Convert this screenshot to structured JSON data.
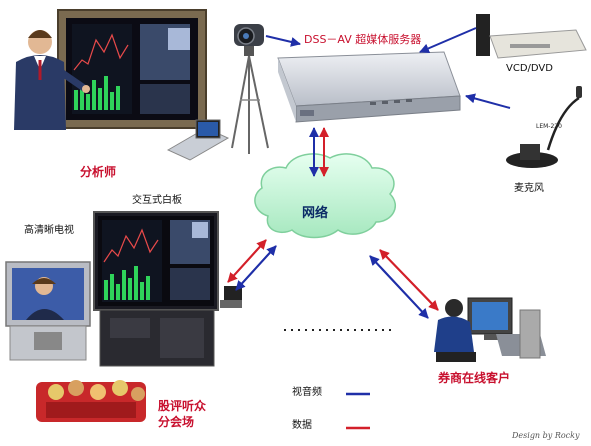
{
  "labels": {
    "server_title": "DSS－AV 超媒体服务器",
    "vcd": "VCD/DVD",
    "analyst": "分析师",
    "whiteboard": "交互式白板",
    "hdtv": "高清晰电视",
    "network": "网络",
    "mic": "麦克风",
    "mic_model": "LEM-220",
    "client": "券商在线客户",
    "audience_line1": "股评听众",
    "audience_line2": "分会场",
    "legend_av": "视音频",
    "legend_data": "数据",
    "signature": "Design by Rocky"
  },
  "colors": {
    "av_arrow": "#1f2fa8",
    "data_arrow": "#d3202a",
    "label_red": "#c8102e",
    "cloud": "#b8f0c8"
  },
  "icons": {
    "analyst": "presenter-icon",
    "camera": "camera-icon",
    "server": "server-icon",
    "dvd": "dvd-player-icon",
    "mic": "microphone-icon",
    "cloud": "cloud-icon",
    "whiteboard": "whiteboard-icon",
    "tv": "tv-icon",
    "client": "computer-user-icon",
    "audience": "audience-icon"
  }
}
